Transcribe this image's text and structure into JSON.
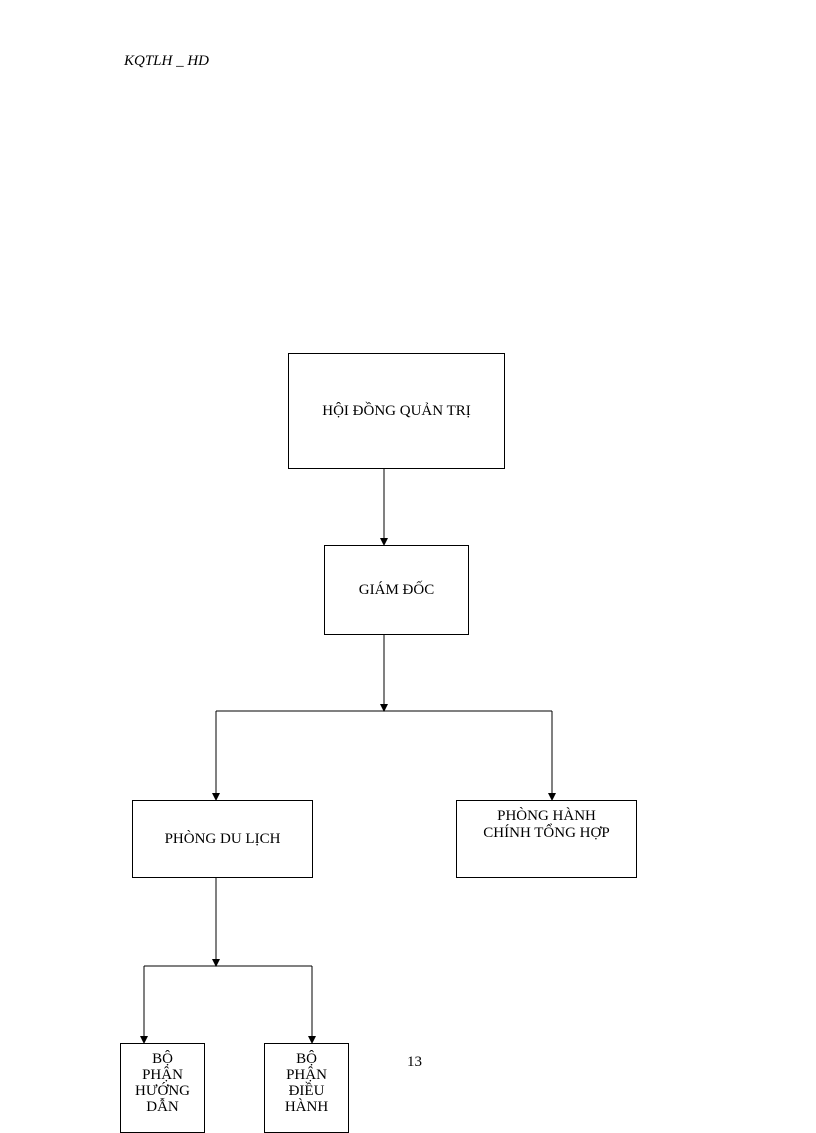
{
  "header": {
    "doc_code": "KQTLH _ HD"
  },
  "org_chart": {
    "board": "HỘI ĐỒNG QUẢN TRỊ",
    "director": "GIÁM ĐỐC",
    "travel_dept": "PHÒNG DU LỊCH",
    "admin_dept": {
      "line1": "PHÒNG HÀNH",
      "line2": "CHÍNH TỔNG HỢP"
    },
    "guide_unit": {
      "line1": "BỘ",
      "line2": "PHẬN",
      "line3": "HƯỚNG",
      "line4": "DẪN"
    },
    "operations_unit": {
      "line1": "BỘ",
      "line2": "PHẬN",
      "line3": "ĐIỀU",
      "line4": "HÀNH"
    }
  },
  "footer": {
    "page_number": "13"
  }
}
